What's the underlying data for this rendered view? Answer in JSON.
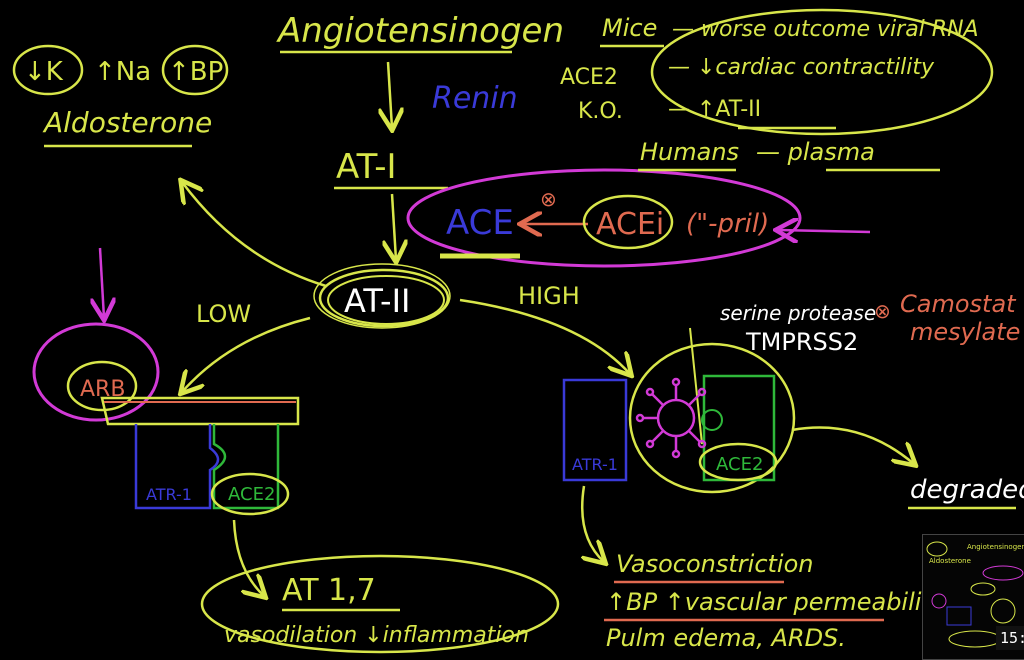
{
  "colors": {
    "yellow": "#d8e64a",
    "magenta": "#d23ad6",
    "blue": "#3a3ad8",
    "salmon": "#e06a50",
    "green": "#2fb83a",
    "white": "#ffffff"
  },
  "top": {
    "angiotensinogen": "Angiotensinogen",
    "renin": "Renin",
    "at1": "AT-I",
    "at2": "AT-II"
  },
  "aldosterone": {
    "k": "↓K",
    "na": "↑Na",
    "bp": "↑BP",
    "label": "Aldosterone"
  },
  "ace_box": {
    "ace": "ACE",
    "inhibit": "⊗",
    "acei": "ACEi",
    "pril": "(\"-pril)"
  },
  "mice_notes": {
    "mice": "Mice",
    "line1": "— worse outcome viral RNA",
    "ace2": "ACE2",
    "ko": "K.O.",
    "line2": "— ↓cardiac contractility",
    "line3": "— ↑AT-II",
    "humans": "Humans",
    "plasma": "— plasma"
  },
  "low_path": {
    "low": "LOW",
    "arb": "ARB",
    "atr1": "ATR-1",
    "ace2": "ACE2",
    "result": "AT 1,7",
    "effects": "vasodilation ↓inflammation"
  },
  "high_path": {
    "high": "HIGH",
    "protease1": "serine protease",
    "protease2": "TMPRSS2",
    "inhibit": "⊗",
    "drug1": "Camostat",
    "drug2": "mesylate",
    "atr1": "ATR-1",
    "ace2": "ACE2",
    "degraded": "degraded",
    "effect1": "Vasoconstriction",
    "effect2": "↑BP ↑vascular permeability",
    "effect3": "Pulm edema, ARDS."
  },
  "thumbnail": {
    "aldosterone": "Aldosterone",
    "angiotensinogen": "Angiotensinogen"
  },
  "timer": "15:"
}
